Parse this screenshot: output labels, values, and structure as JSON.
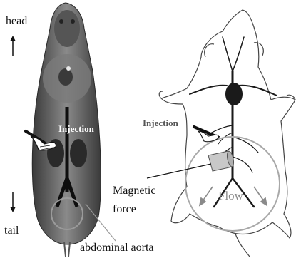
{
  "labels": {
    "head": "head",
    "tail": "tail",
    "injection_left": "Injection",
    "injection_right": "Injection",
    "magnetic_line1": "Magnetic",
    "magnetic_line2": "force",
    "flow": "Flow",
    "abdominal_aorta": "abdominal aorta"
  },
  "colors": {
    "scan_body": "#6b6b6b",
    "outline": "#444444",
    "vessel": "#1a1a1a",
    "circle": "#a8a8a8",
    "magnet": "#c8c8c8"
  },
  "icons": {
    "head_arrow": "arrow-up-icon",
    "tail_arrow": "arrow-down-icon",
    "syringe": "syringe-hand-icon",
    "magnet": "cylindrical-magnet-icon"
  }
}
